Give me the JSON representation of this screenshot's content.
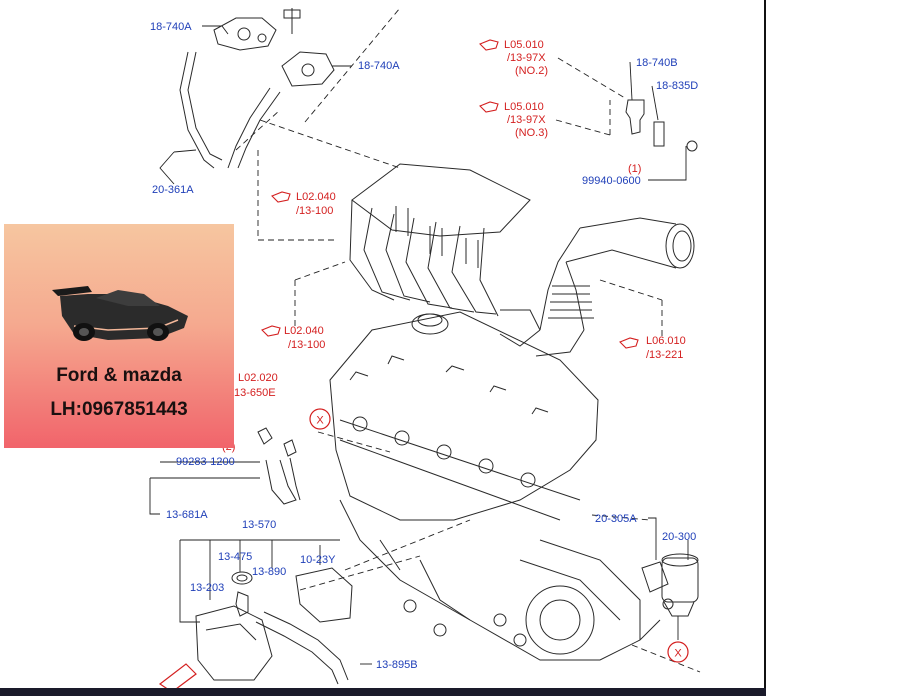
{
  "callouts": {
    "c_18_740A_top": "18-740A",
    "c_18_740A_mid": "18-740A",
    "c_20_361A": "20-361A",
    "c_18_740B": "18-740B",
    "c_18_835D": "18-835D",
    "c_99940": "99940-0600",
    "c_99940_qty": "(1)",
    "c_99283": "99283-1200",
    "c_99283_qty": "(2)",
    "c_13_681A": "13-681A",
    "c_13_570": "13-570",
    "c_13_475": "13-475",
    "c_13_203": "13-203",
    "c_13_890": "13-890",
    "c_10_23Y": "10-23Y",
    "c_13_895B": "13-895B",
    "c_20_305A": "20-305A",
    "c_20_300": "20-300"
  },
  "refs": {
    "r1_code": "L05.010",
    "r1_sub": "/13-97X",
    "r1_note": "(NO.2)",
    "r2_code": "L05.010",
    "r2_sub": "/13-97X",
    "r2_note": "(NO.3)",
    "r3_code": "L02.040",
    "r3_sub": "/13-100",
    "r4_code": "L02.040",
    "r4_sub": "/13-100",
    "r5_code": "L02.020",
    "r5_sub": "13-650E",
    "r6_code": "L06.010",
    "r6_sub": "/13-221"
  },
  "markers": {
    "x1": "X",
    "x2": "X"
  },
  "promo": {
    "title": "Ford & mazda",
    "phone": "LH:0967851443"
  },
  "colors": {
    "callout_blue": "#1f3fb8",
    "ref_red": "#d42020",
    "promo_gradient_top": "#f6c6a0",
    "promo_gradient_bottom": "#f1646b"
  }
}
